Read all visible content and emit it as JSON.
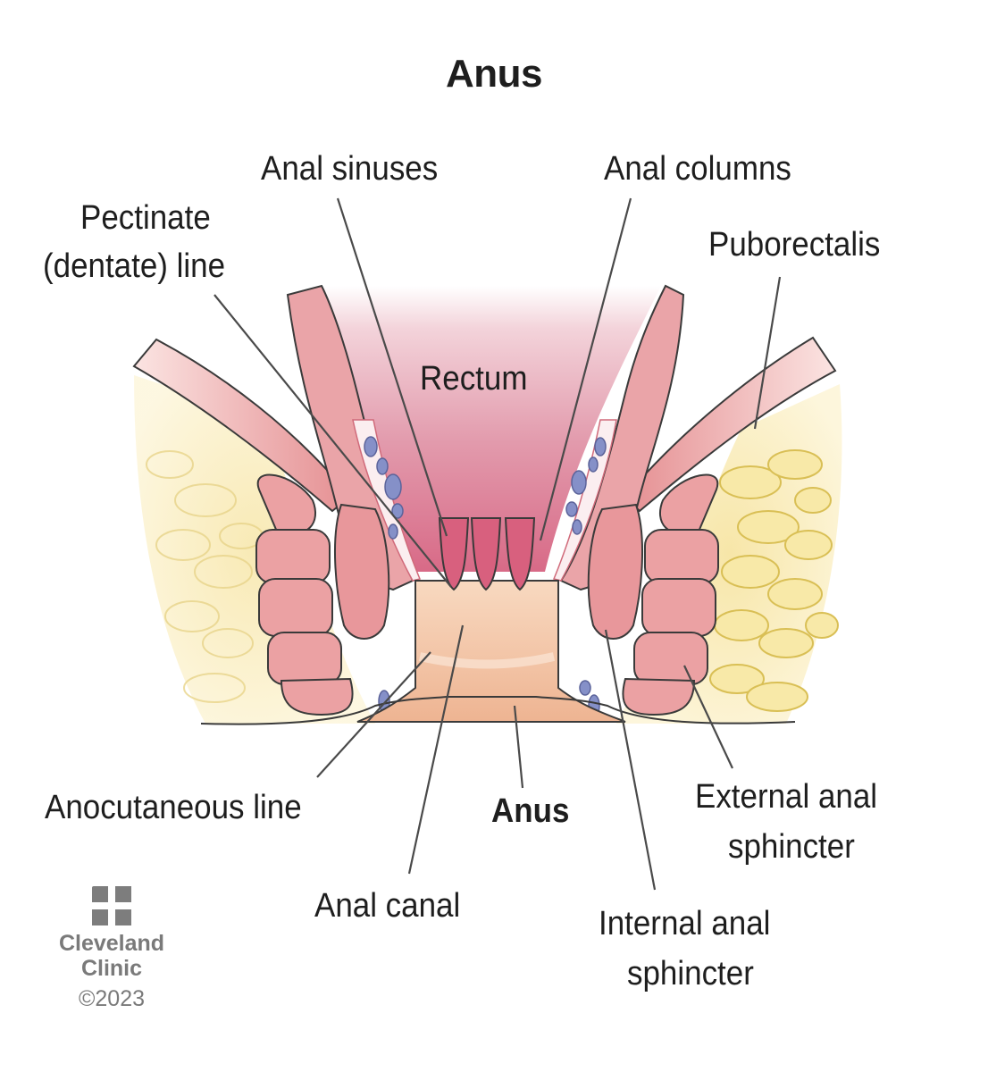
{
  "title": "Anus",
  "labels": {
    "anal_sinuses": "Anal sinuses",
    "anal_columns": "Anal columns",
    "pectinate_line_1": "Pectinate",
    "pectinate_line_2": "(dentate) line",
    "puborectalis": "Puborectalis",
    "rectum": "Rectum",
    "anocutaneous_line": "Anocutaneous line",
    "anus": "Anus",
    "external_sphincter_1": "External anal",
    "external_sphincter_2": "sphincter",
    "anal_canal": "Anal canal",
    "internal_sphincter_1": "Internal anal",
    "internal_sphincter_2": "sphincter"
  },
  "credit": {
    "org_line1": "Cleveland",
    "org_line2": "Clinic",
    "copyright": "©2023",
    "logo_icon": "cleveland-clinic-logo-icon"
  },
  "colors": {
    "rectum": "#d9798f",
    "muscle": "#e8a0a3",
    "fat": "#f5e6b0",
    "canal_skin": "#f4c9a8",
    "vessel": "#7f88c4",
    "leader_line": "#4a4a4a"
  }
}
